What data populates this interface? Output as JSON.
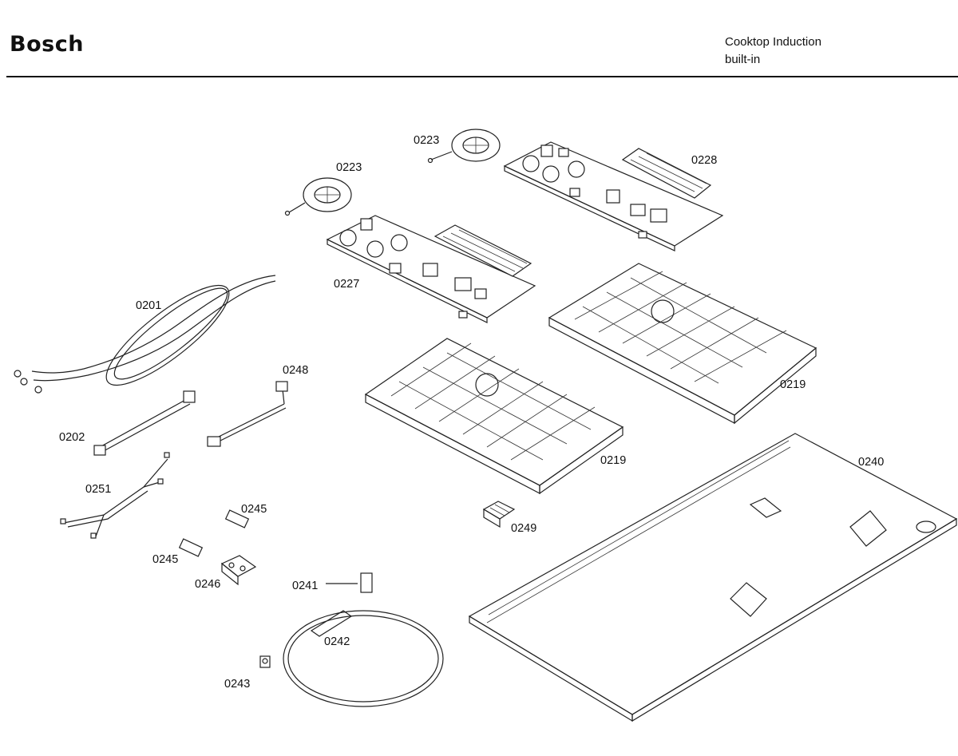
{
  "header": {
    "brand": "Bosch",
    "subtitle_line1": "Cooktop Induction",
    "subtitle_line2": "built-in"
  },
  "part_labels": {
    "fan_right": "0223",
    "fan_left": "0223",
    "board_right": "0228",
    "board_left": "0227",
    "power_cord": "0201",
    "ribbon_cable": "0202",
    "wire_harness": "0248",
    "tray_right": "0219",
    "tray_left": "0219",
    "glass_top": "0240",
    "cable_harness": "0251",
    "fuse_upper": "0245",
    "fuse_lower": "0245",
    "terminal_block": "0246",
    "connector": "0249",
    "sensor": "0241",
    "gasket": "0242",
    "clip": "0243"
  }
}
